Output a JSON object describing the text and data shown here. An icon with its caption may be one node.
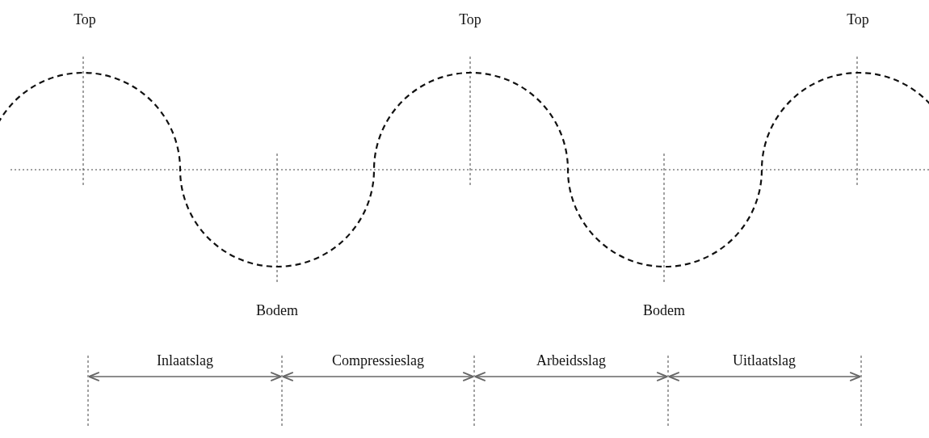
{
  "diagram": {
    "labels": [
      "Top",
      "Top",
      "Top",
      "Bodem",
      "Bodem",
      "Inlaatslag",
      "Compressieslag",
      "Arbeidsslag",
      "Uitlaatslag"
    ]
  }
}
